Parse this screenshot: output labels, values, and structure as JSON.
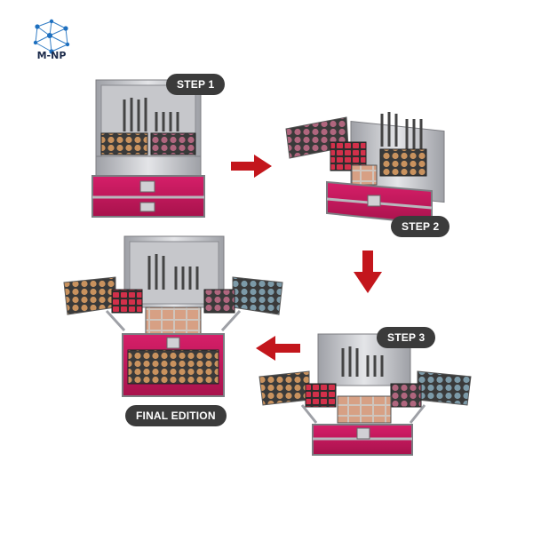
{
  "brand": {
    "name": "M-NP"
  },
  "steps": [
    {
      "label": "STEP 1"
    },
    {
      "label": "STEP 2"
    },
    {
      "label": "STEP 3"
    },
    {
      "label": "FINAL EDITION"
    }
  ],
  "colors": {
    "case_body": "#c4185c",
    "case_trim": "#b8b8bd",
    "arrow": "#c3161c",
    "pill_bg": "#3b3b3b",
    "logo": "#1d6fbf"
  }
}
